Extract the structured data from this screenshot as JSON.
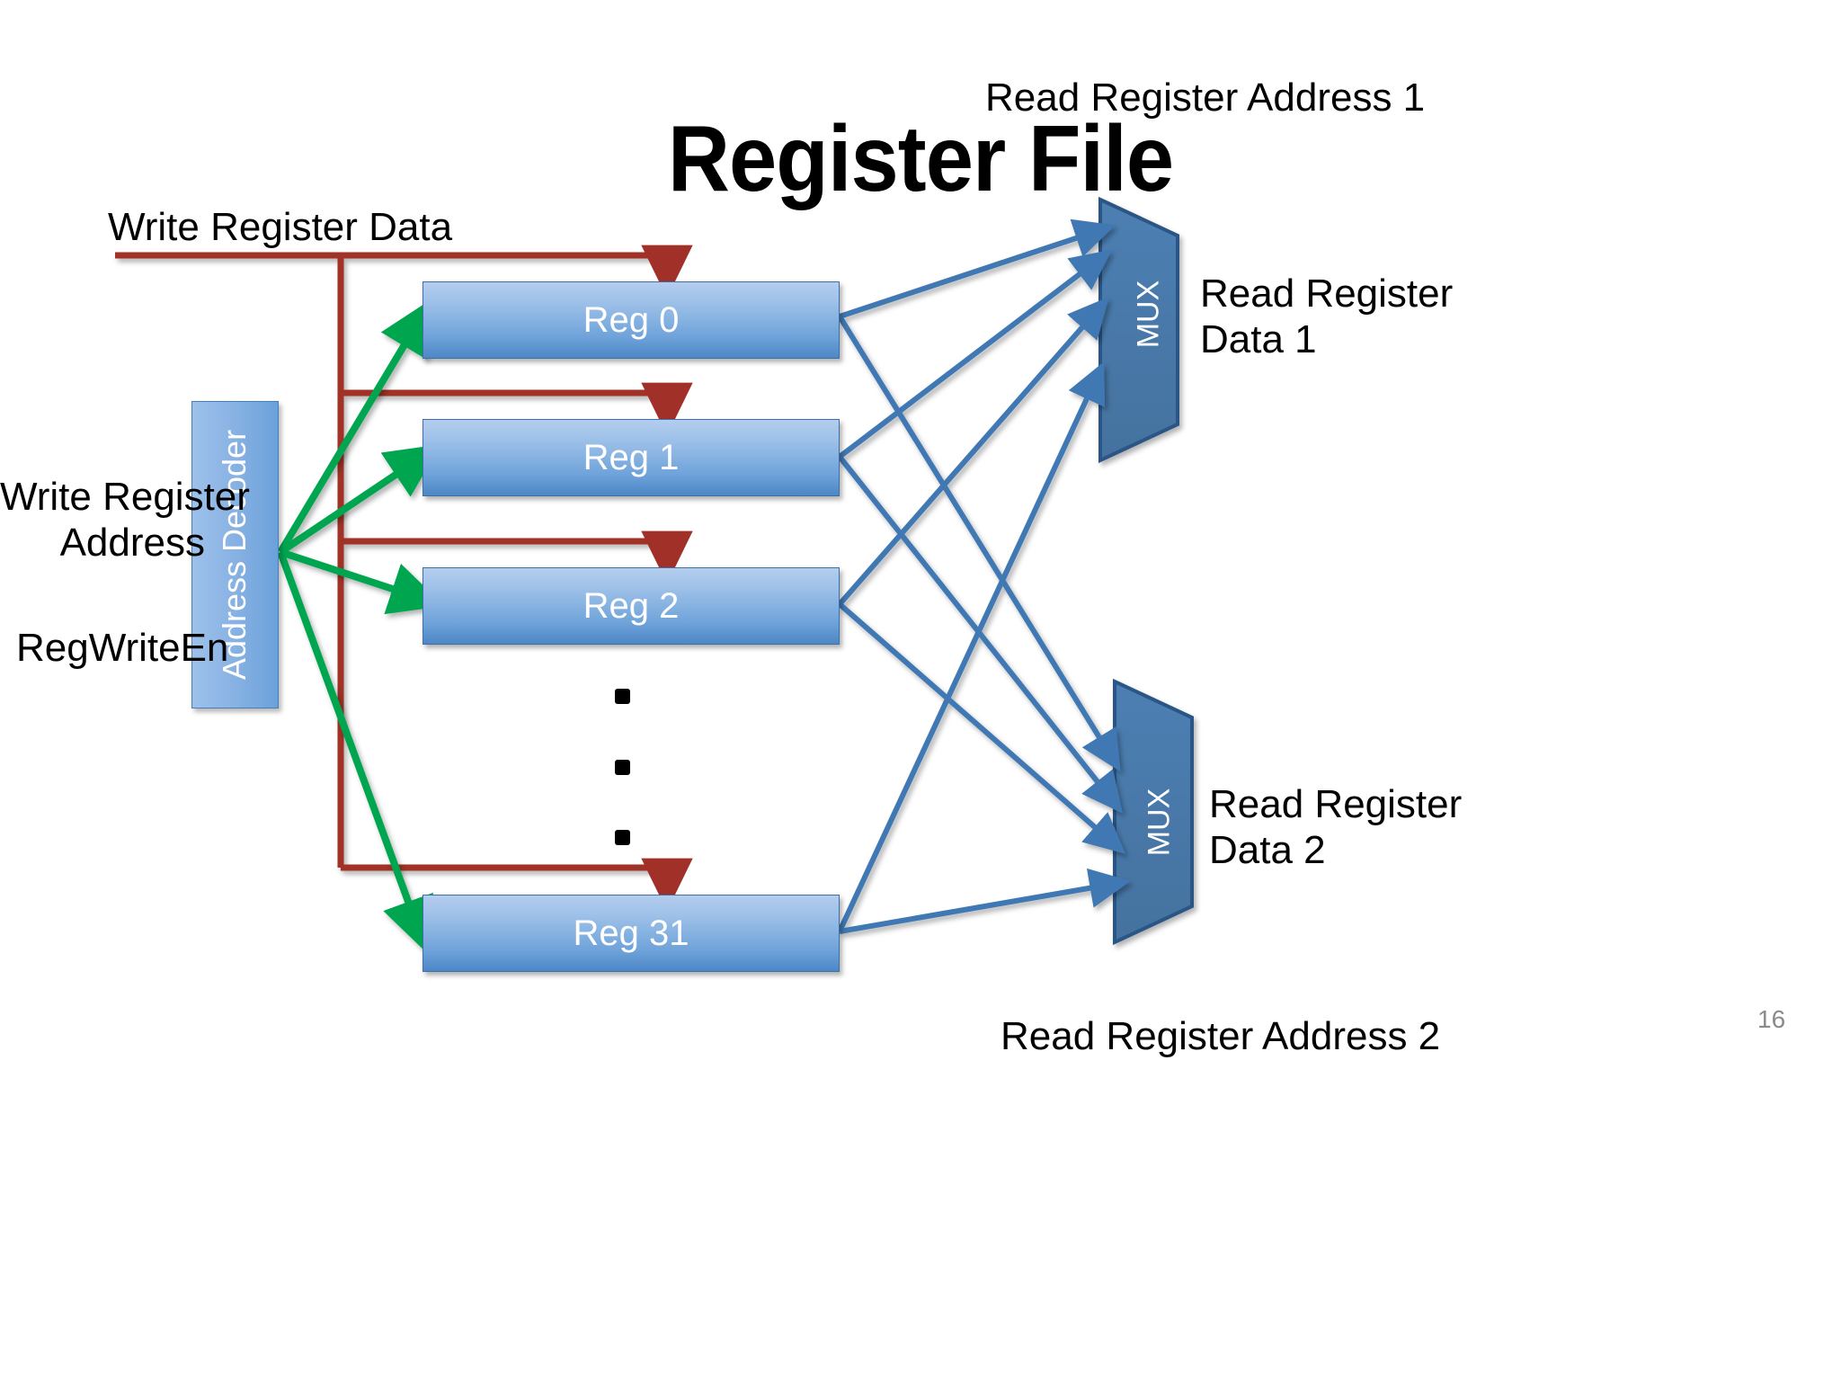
{
  "diagram": {
    "title": "Register File",
    "page_number": "16",
    "colors": {
      "write_data_bus": "#a03028",
      "enable_arrow": "#00a550",
      "read_data_arrow": "#ff0000",
      "mux_fill": "#4878ac",
      "mux_border": "#2a5585",
      "register_fill_top": "#b4cdee",
      "register_fill_bottom": "#4d87c6",
      "connector_arrow": "#4178b4",
      "control_arrow": "#000000",
      "page_number_color": "#8a8a8a"
    },
    "inputs": {
      "write_register_data": "Write Register Data",
      "write_register_address": "Write Register\nAddress",
      "reg_write_en": "RegWriteEn",
      "read_register_address_1": "Read Register Address 1",
      "read_register_address_2": "Read Register Address 2"
    },
    "outputs": {
      "read_register_data_1": "Read Register\nData 1",
      "read_register_data_2": "Read Register\nData 2"
    },
    "decoder": {
      "label": "Address Decoder"
    },
    "registers": [
      {
        "label": "Reg 0"
      },
      {
        "label": "Reg 1"
      },
      {
        "label": "Reg 2"
      },
      {
        "label": "Reg 31"
      }
    ],
    "ellipsis": "vertical-dots",
    "muxes": [
      {
        "label": "MUX",
        "name": "mux-read-port-1"
      },
      {
        "label": "MUX",
        "name": "mux-read-port-2"
      }
    ]
  }
}
